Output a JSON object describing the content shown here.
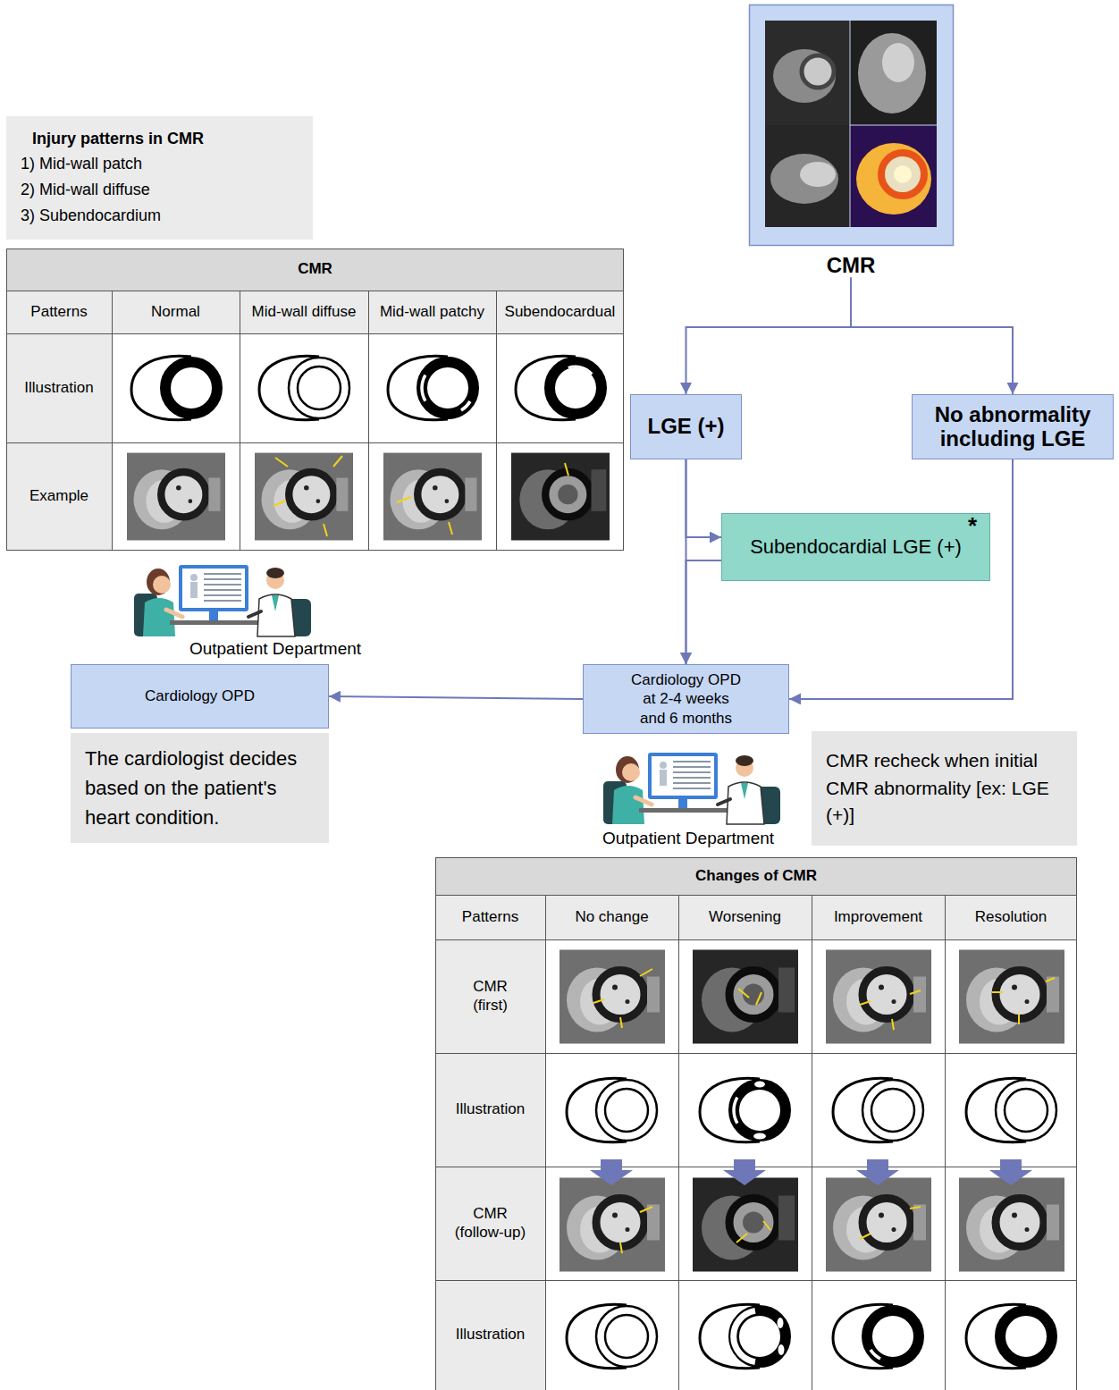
{
  "diagram": {
    "nodes": [
      {
        "text": [
          "Injury patterns in CMR",
          "1) Mid-wall patch",
          "2) Mid-wall diffuse",
          "3) Subendocardium"
        ]
      },
      {
        "text": [
          "CMR"
        ]
      },
      {
        "text": [
          "LGE (+)"
        ]
      },
      {
        "text": [
          "No abnormality including LGE"
        ]
      },
      {
        "text": [
          "Subendocardial LGE (+)",
          "*"
        ]
      },
      {
        "text": [
          "Cardiology OPD at 2-4 weeks and 6 months"
        ]
      },
      {
        "text": [
          "Cardiology OPD"
        ]
      },
      {
        "text": [
          "The cardiologist decides based on the patient's heart condition."
        ]
      },
      {
        "text": [
          "CMR recheck when initial CMR abnormality [ex: LGE (+)]"
        ]
      }
    ],
    "edges": [
      {
        "from": 1,
        "to": 2,
        "arrow": "to"
      },
      {
        "from": 1,
        "to": 3,
        "arrow": "to"
      },
      {
        "from": 2,
        "to": 4,
        "arrow": "to"
      },
      {
        "from": 4,
        "to": 5,
        "arrow": "to"
      },
      {
        "from": 2,
        "to": 5,
        "arrow": "to"
      },
      {
        "from": 3,
        "to": 5,
        "arrow": "to"
      },
      {
        "from": 5,
        "to": 6,
        "arrow": "to"
      }
    ],
    "labels": [
      "CMR",
      "Patterns",
      "Normal",
      "Mid-wall diffuse",
      "Mid-wall patchy",
      "Subendocardual",
      "Illustration",
      "Example",
      "Outpatient Department",
      "Outpatient Department",
      "Changes of CMR",
      "Patterns",
      "No change",
      "Worsening",
      "Improvement",
      "Resolution",
      "CMR (first)",
      "Illustration",
      "CMR (follow-up)",
      "Illustration"
    ]
  }
}
